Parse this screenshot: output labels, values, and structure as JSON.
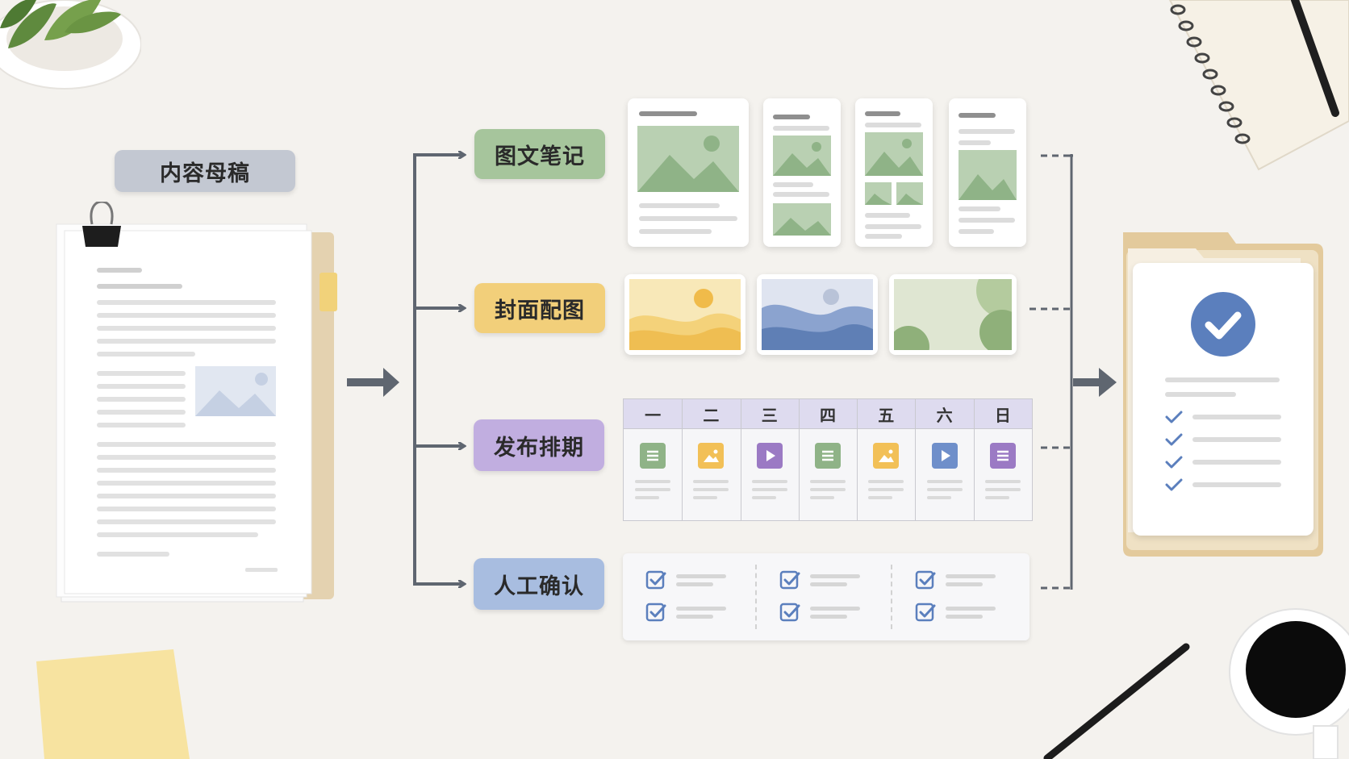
{
  "source": {
    "title": "内容母稿"
  },
  "branches": [
    {
      "label": "图文笔记",
      "color": "#a6c59c"
    },
    {
      "label": "封面配图",
      "color": "#f2cf7a"
    },
    {
      "label": "发布排期",
      "color": "#c1aee0"
    },
    {
      "label": "人工确认",
      "color": "#a8bde0"
    }
  ],
  "calendar": {
    "days": [
      "一",
      "二",
      "三",
      "四",
      "五",
      "六",
      "日"
    ],
    "entries": [
      {
        "icon": "document-icon"
      },
      {
        "icon": "image-icon"
      },
      {
        "icon": "play-icon"
      },
      {
        "icon": "document-icon"
      },
      {
        "icon": "image-icon"
      },
      {
        "icon": "play-icon"
      },
      {
        "icon": "document-icon"
      }
    ]
  },
  "colors": {
    "note_green": "#a6c59c",
    "cover_yellow": "#f2cf7a",
    "schedule_purple": "#c1aee0",
    "confirm_blue": "#a8bde0",
    "source_gray": "#c3c8d2",
    "connector": "#5f6670",
    "check_blue": "#5b7fbd"
  }
}
